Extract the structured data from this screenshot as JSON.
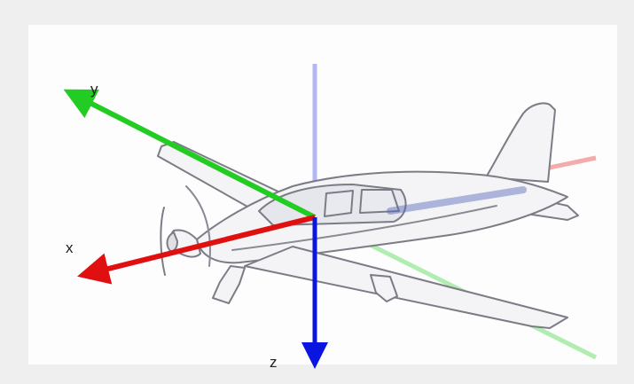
{
  "axes": {
    "x": {
      "label": "x",
      "color": "#e01010"
    },
    "y": {
      "label": "y",
      "color": "#22cc22"
    },
    "z": {
      "label": "z",
      "color": "#0a16e0"
    }
  },
  "subject_icon": "airplane-icon"
}
